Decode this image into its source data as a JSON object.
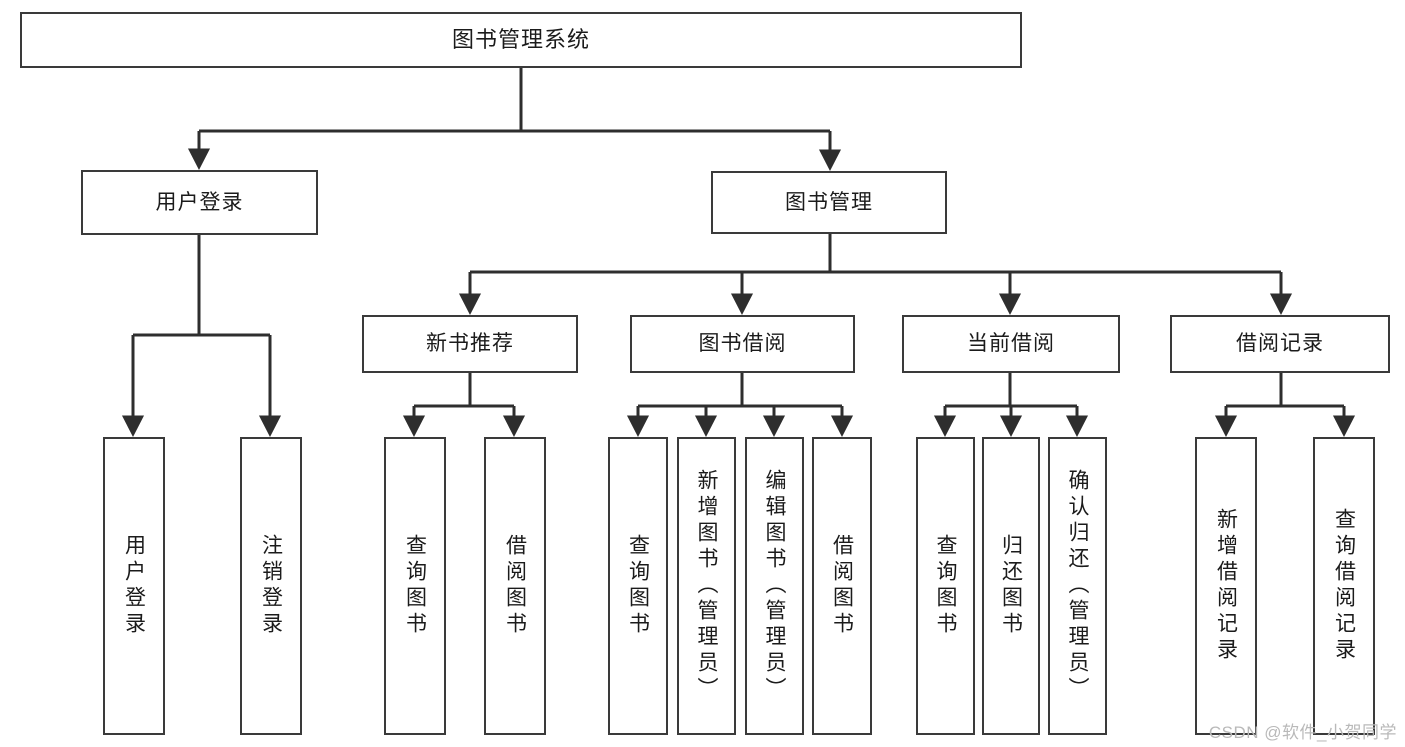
{
  "diagram": {
    "title": "图书管理系统",
    "type": "tree-hierarchy-chart",
    "stroke_color": "#3a3a3a",
    "text_color": "#1b1b1b",
    "background_color": "#ffffff"
  },
  "root": {
    "label": "图书管理系统"
  },
  "level2": [
    {
      "label": "用户登录"
    },
    {
      "label": "图书管理"
    }
  ],
  "level3": [
    {
      "label": "新书推荐"
    },
    {
      "label": "图书借阅"
    },
    {
      "label": "当前借阅"
    },
    {
      "label": "借阅记录"
    }
  ],
  "leaves": {
    "user_login": [
      {
        "label": "用户登录"
      },
      {
        "label": "注销登录"
      }
    ],
    "new_book_recommend": [
      {
        "label": "查询图书"
      },
      {
        "label": "借阅图书"
      }
    ],
    "book_borrow": [
      {
        "label": "查询图书"
      },
      {
        "label": "新增图书（管理员）"
      },
      {
        "label": "编辑图书（管理员）"
      },
      {
        "label": "借阅图书"
      }
    ],
    "current_borrow": [
      {
        "label": "查询图书"
      },
      {
        "label": "归还图书"
      },
      {
        "label": "确认归还（管理员）"
      }
    ],
    "borrow_record": [
      {
        "label": "新增借阅记录"
      },
      {
        "label": "查询借阅记录"
      }
    ]
  },
  "watermark": {
    "text": "CSDN @软件_小贺同学",
    "color": "#b9b9b9"
  }
}
